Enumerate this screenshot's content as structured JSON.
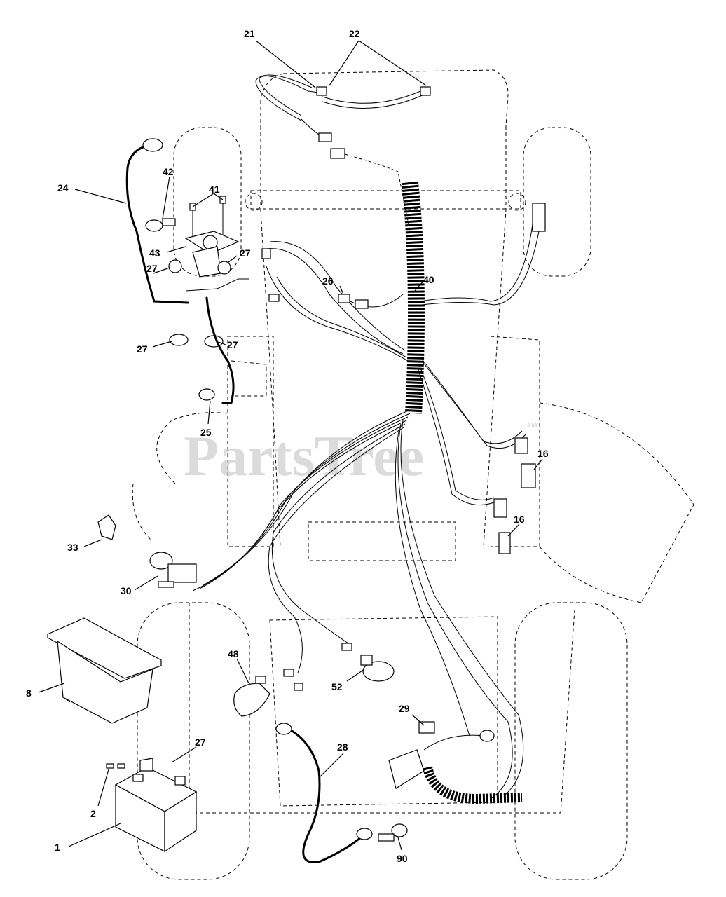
{
  "watermark": {
    "text": "PartsTree",
    "trademark": "TM"
  },
  "callouts": {
    "c21": "21",
    "c22": "22",
    "c24": "24",
    "c42": "42",
    "c41": "41",
    "c43": "43",
    "c27a": "27",
    "c27b": "27",
    "c26": "26",
    "c40": "40",
    "c27c": "27",
    "c27d": "27",
    "c25": "25",
    "c16a": "16",
    "c16b": "16",
    "c33": "33",
    "c30": "30",
    "c48": "48",
    "c52": "52",
    "c8": "8",
    "c29": "29",
    "c27e": "27",
    "c28": "28",
    "c2": "2",
    "c1": "1",
    "c90": "90"
  }
}
